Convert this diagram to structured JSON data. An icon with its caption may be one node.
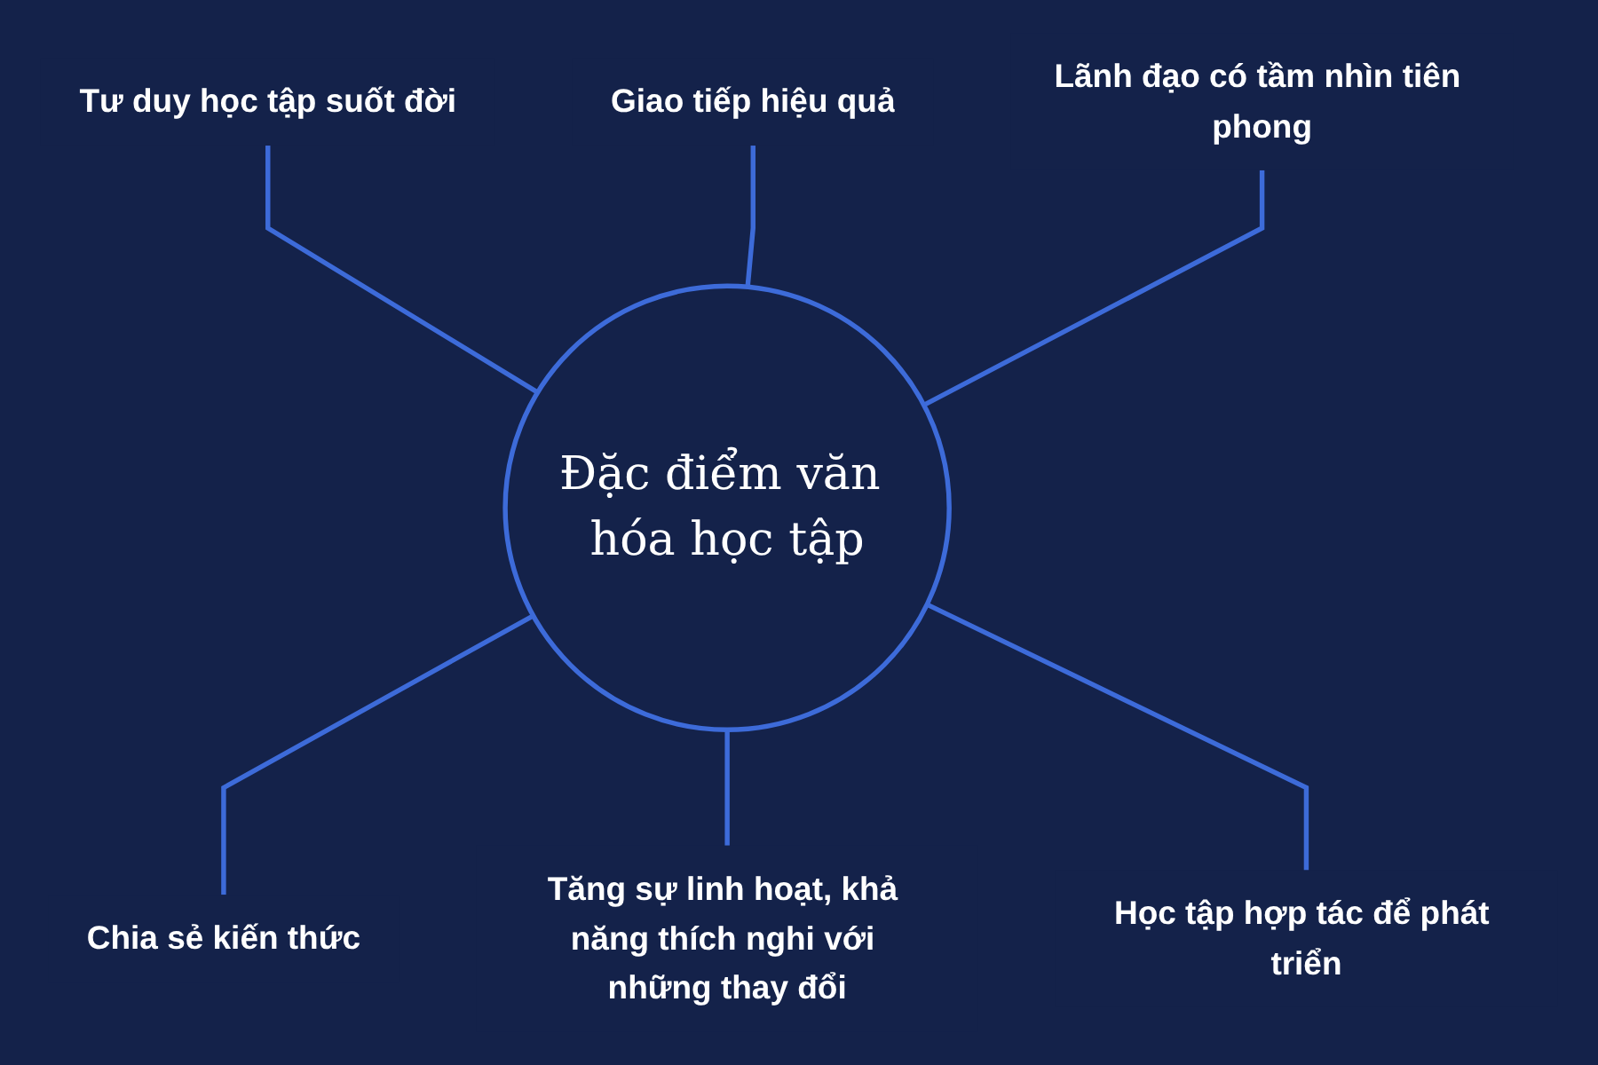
{
  "diagram": {
    "nodes": [
      {
        "text": [
          "Giao tiếp hiệu quả"
        ]
      },
      {
        "text": [
          "Tư duy học tập suốt đời"
        ]
      },
      {
        "text": [
          "Lãnh đạo có tầm nhìn tiên phong"
        ]
      },
      {
        "text": [
          "Đặc điểm văn hóa học tập"
        ]
      },
      {
        "text": [
          "Chia sẻ kiến thức"
        ]
      },
      {
        "text": [
          "Học tập hợp tác để phát triển"
        ]
      },
      {
        "text": [
          "Tăng sự linh hoạt, khả năng thích nghi với những thay đổi"
        ]
      }
    ],
    "edges": [
      {
        "from": 1,
        "to": 3,
        "arrow": "none"
      },
      {
        "from": 0,
        "to": 3,
        "arrow": "none"
      },
      {
        "from": 2,
        "to": 3,
        "arrow": "none"
      },
      {
        "from": 3,
        "to": 4,
        "arrow": "none"
      },
      {
        "from": 3,
        "to": 6,
        "arrow": "none"
      },
      {
        "from": 3,
        "to": 5,
        "arrow": "none"
      }
    ]
  }
}
